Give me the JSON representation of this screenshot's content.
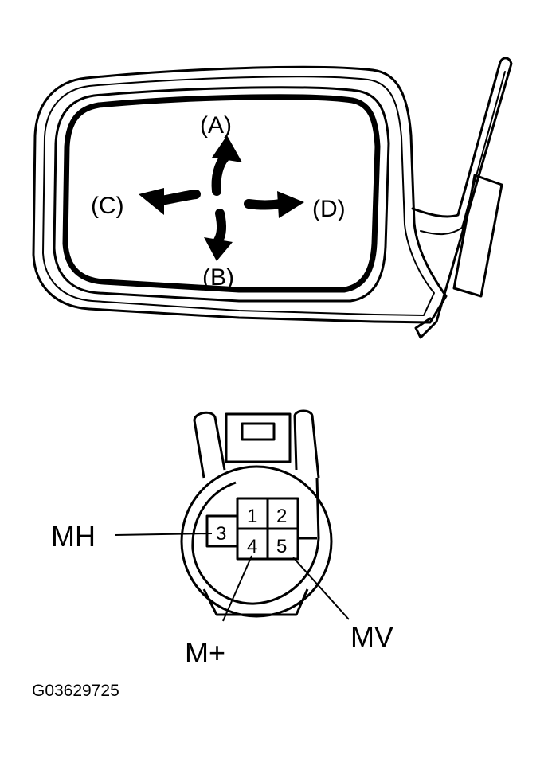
{
  "mirror": {
    "directions": {
      "up": "(A)",
      "down": "(B)",
      "left": "(C)",
      "right": "(D)"
    }
  },
  "connector": {
    "pins": {
      "p1": "1",
      "p2": "2",
      "p3": "3",
      "p4": "4",
      "p5": "5"
    },
    "labels": {
      "mh": "MH",
      "mplus": "M+",
      "mv": "MV"
    }
  },
  "figure_code": "G03629725",
  "colors": {
    "ink": "#000000",
    "paper": "#ffffff"
  }
}
